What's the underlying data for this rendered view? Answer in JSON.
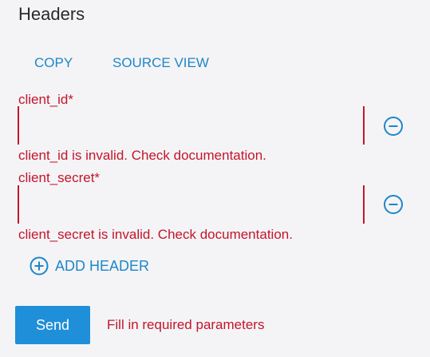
{
  "section": {
    "title": "Headers"
  },
  "tabs": {
    "copy": "COPY",
    "source_view": "SOURCE VIEW"
  },
  "headers": [
    {
      "label": "client_id*",
      "value": "",
      "error": "client_id is invalid. Check documentation.",
      "remove_icon": "minus-circle-icon"
    },
    {
      "label": "client_secret*",
      "value": "",
      "error": "client_secret is invalid. Check documentation.",
      "remove_icon": "minus-circle-icon"
    }
  ],
  "add_header": {
    "label": "ADD HEADER",
    "icon": "plus-circle-icon"
  },
  "actions": {
    "send_label": "Send",
    "status": "Fill in required parameters"
  },
  "colors": {
    "accent": "#1e86c8",
    "error": "#c4152b",
    "button": "#1e8fd8",
    "background": "#f4f4f6"
  }
}
